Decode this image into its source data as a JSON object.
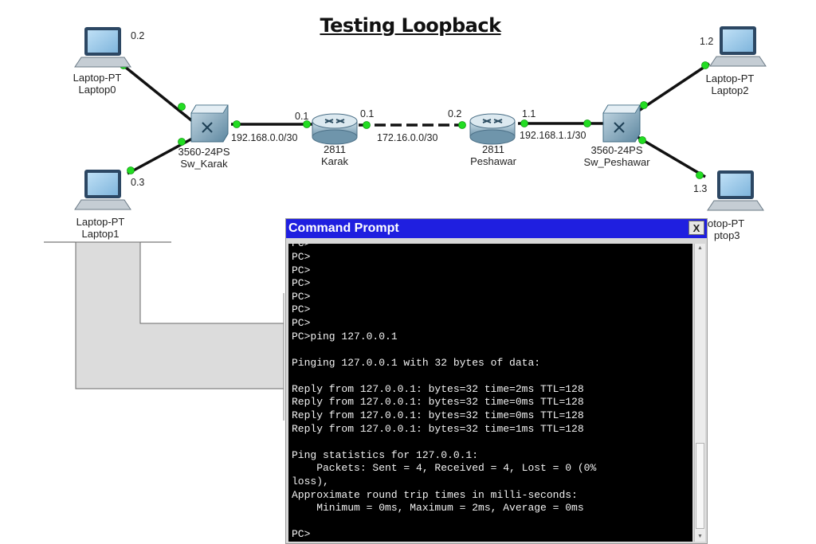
{
  "title": "Testing Loopback",
  "devices": {
    "laptop0": {
      "type": "Laptop-PT",
      "name": "Laptop0",
      "ip": "0.2"
    },
    "laptop1": {
      "type": "Laptop-PT",
      "name": "Laptop1",
      "ip": "0.3"
    },
    "laptop2": {
      "type": "Laptop-PT",
      "name": "Laptop2",
      "ip": "1.2"
    },
    "laptop3": {
      "type": "otop-PT",
      "name": "ptop3",
      "ip": "1.3"
    },
    "sw_karak": {
      "type": "3560-24PS",
      "name": "Sw_Karak"
    },
    "sw_peshawar": {
      "type": "3560-24PS",
      "name": "Sw_Peshawar"
    },
    "router_karak": {
      "type": "2811",
      "name": "Karak",
      "ip_left": "0.1",
      "ip_right": "0.1"
    },
    "router_peshawar": {
      "type": "2811",
      "name": "Peshawar",
      "ip_left": "0.2",
      "ip_right": "1.1"
    }
  },
  "networks": {
    "left_lan": "192.168.0.0/30",
    "wan": "172.16.0.0/30",
    "right_lan": "192.168.1.1/30"
  },
  "command_prompt": {
    "title": "Command Prompt",
    "close_label": "X",
    "lines": [
      "PC>",
      "PC>",
      "PC>",
      "PC>",
      "PC>",
      "PC>",
      "PC>",
      "PC>ping 127.0.0.1",
      "",
      "Pinging 127.0.0.1 with 32 bytes of data:",
      "",
      "Reply from 127.0.0.1: bytes=32 time=2ms TTL=128",
      "Reply from 127.0.0.1: bytes=32 time=0ms TTL=128",
      "Reply from 127.0.0.1: bytes=32 time=0ms TTL=128",
      "Reply from 127.0.0.1: bytes=32 time=1ms TTL=128",
      "",
      "Ping statistics for 127.0.0.1:",
      "    Packets: Sent = 4, Received = 4, Lost = 0 (0%",
      "loss),",
      "Approximate round trip times in milli-seconds:",
      "    Minimum = 0ms, Maximum = 2ms, Average = 0ms",
      "",
      "PC>"
    ]
  },
  "colors": {
    "link_dot": "#22dd22",
    "title_bar": "#1f1fe0",
    "terminal_bg": "#000000",
    "terminal_text": "#f2f2f2"
  }
}
